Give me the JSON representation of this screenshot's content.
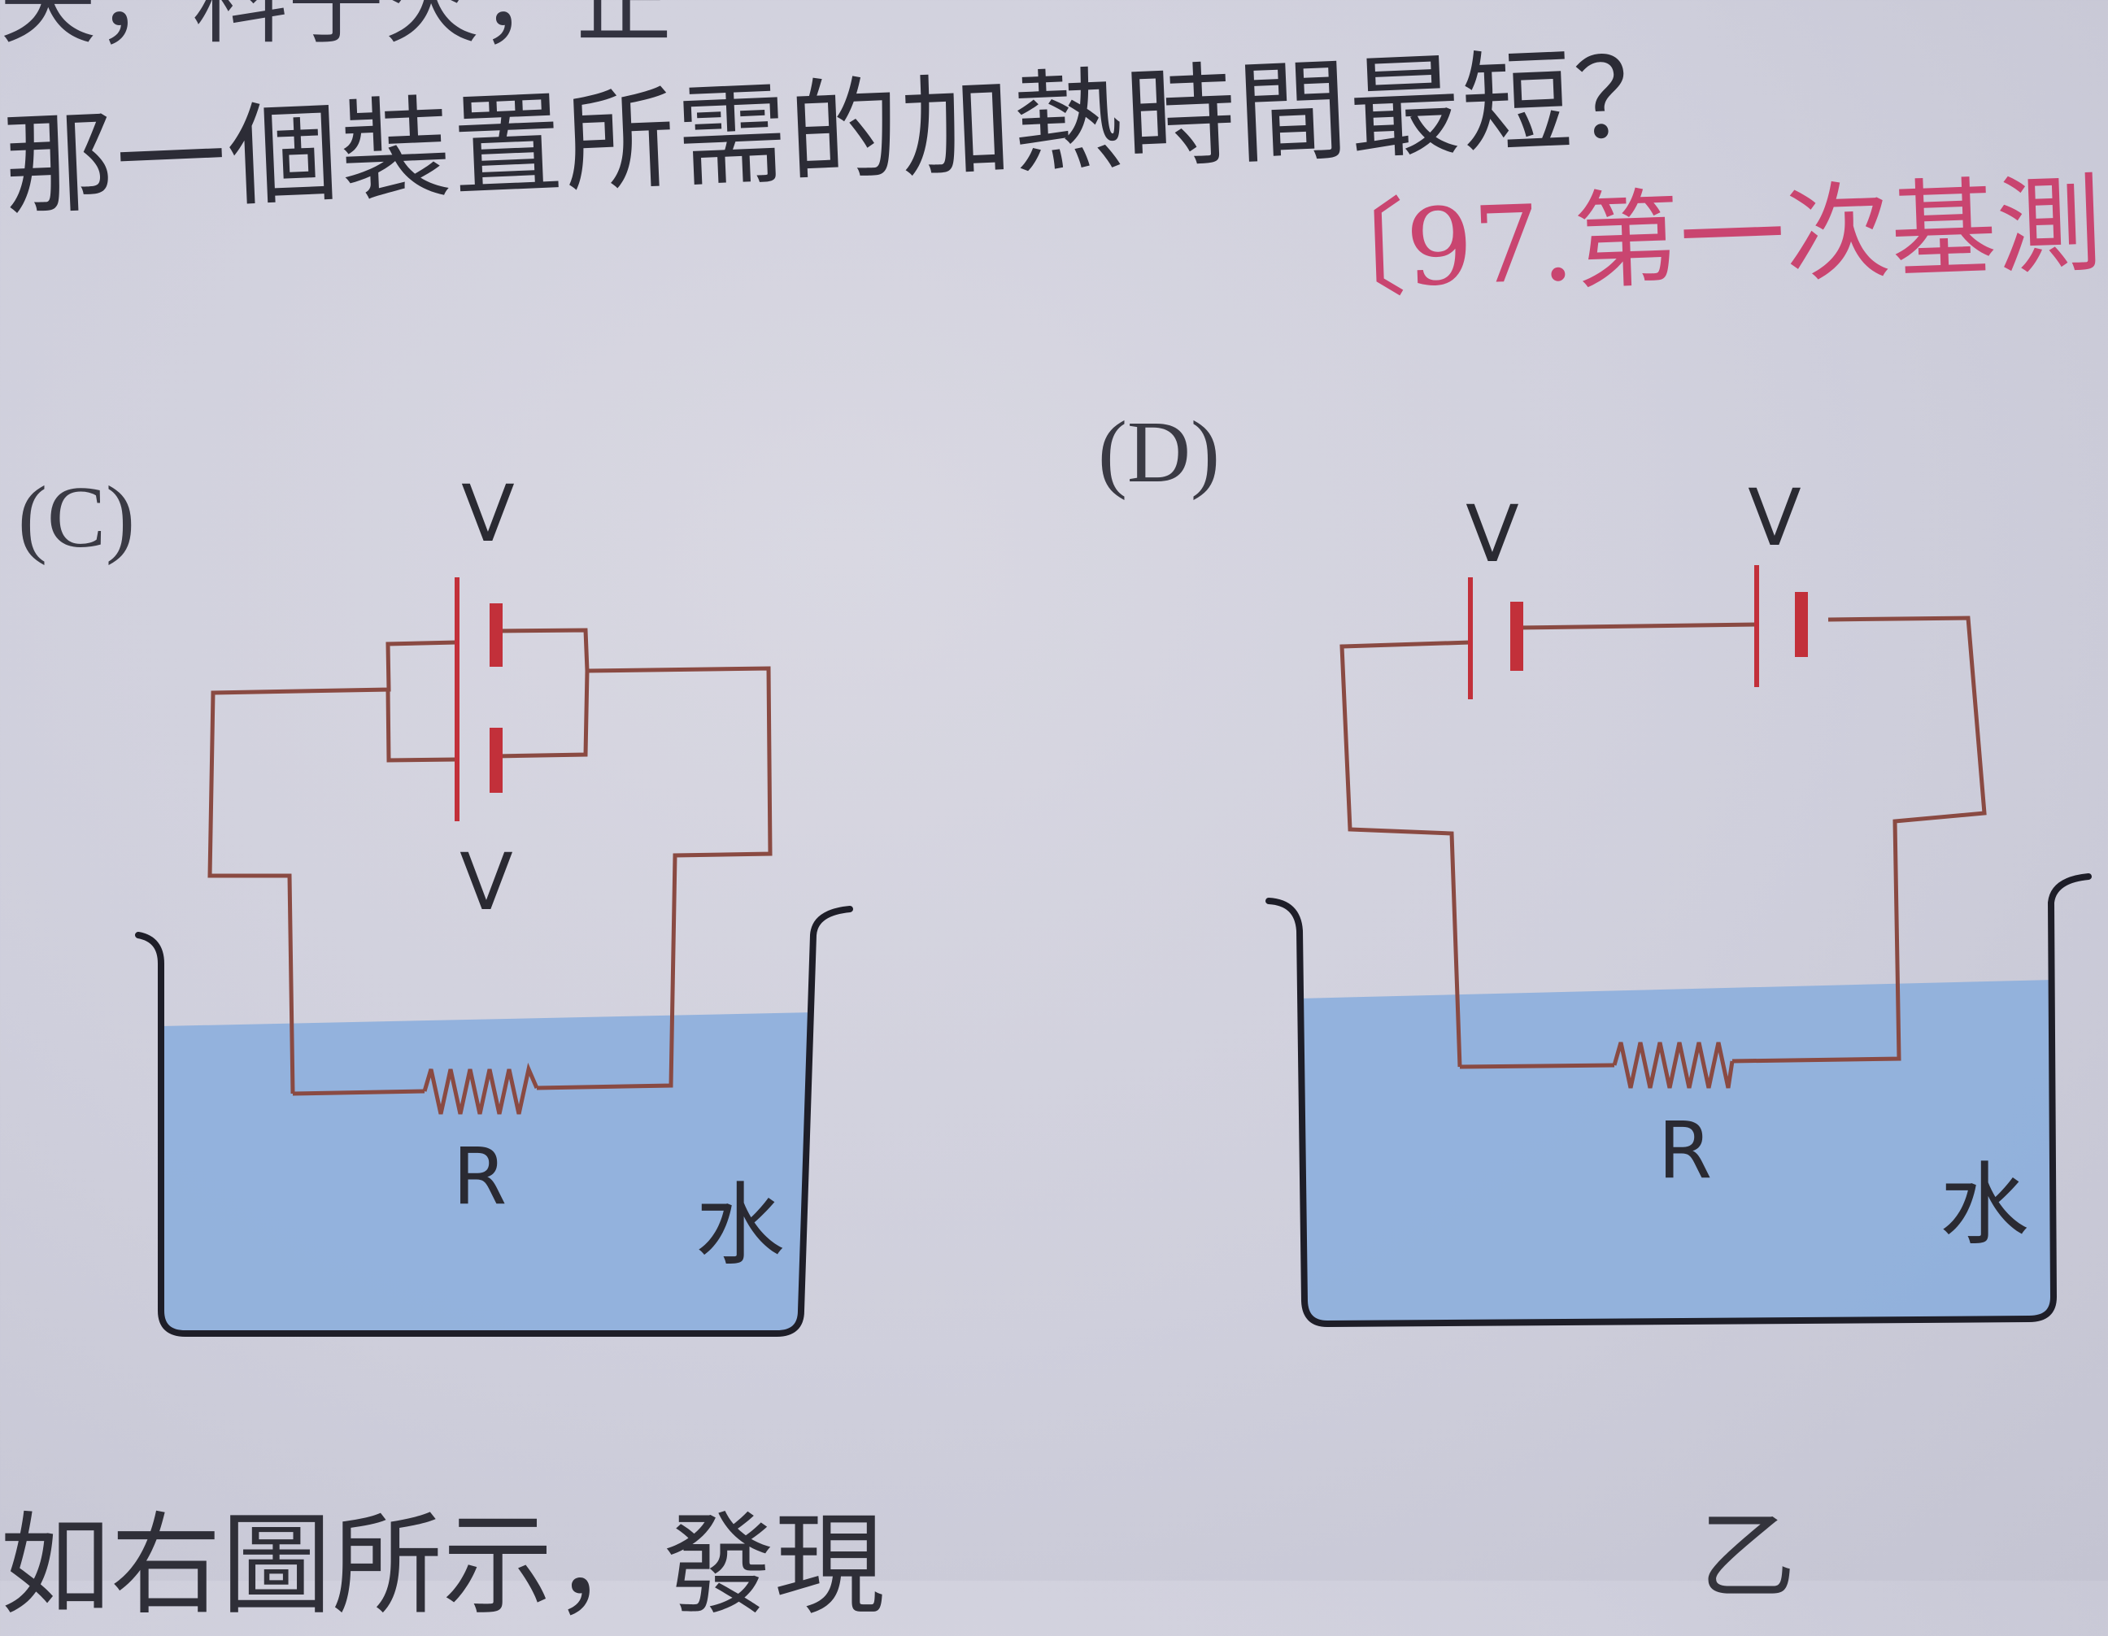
{
  "page": {
    "top_line_1": "失，科子火，正",
    "top_line_2": "那一個裝置所需的加熱時間最短？",
    "source_tag": "〔97.第一次基測",
    "bottom_line": "如右圖所示，發現",
    "bottom_char": "乙"
  },
  "option_c": {
    "label": "(C)",
    "battery_top_label": "V",
    "battery_bottom_label": "V",
    "resistor_label": "R",
    "water_label": "水"
  },
  "option_d": {
    "label": "(D)",
    "battery_left_label": "V",
    "battery_right_label": "V",
    "resistor_label": "R",
    "water_label": "水"
  },
  "colors": {
    "wire": "#8a4a42",
    "battery": "#c2303a",
    "water": "#8fb0dc",
    "beaker": "#1e1e28",
    "source_tag": "#c94570"
  }
}
